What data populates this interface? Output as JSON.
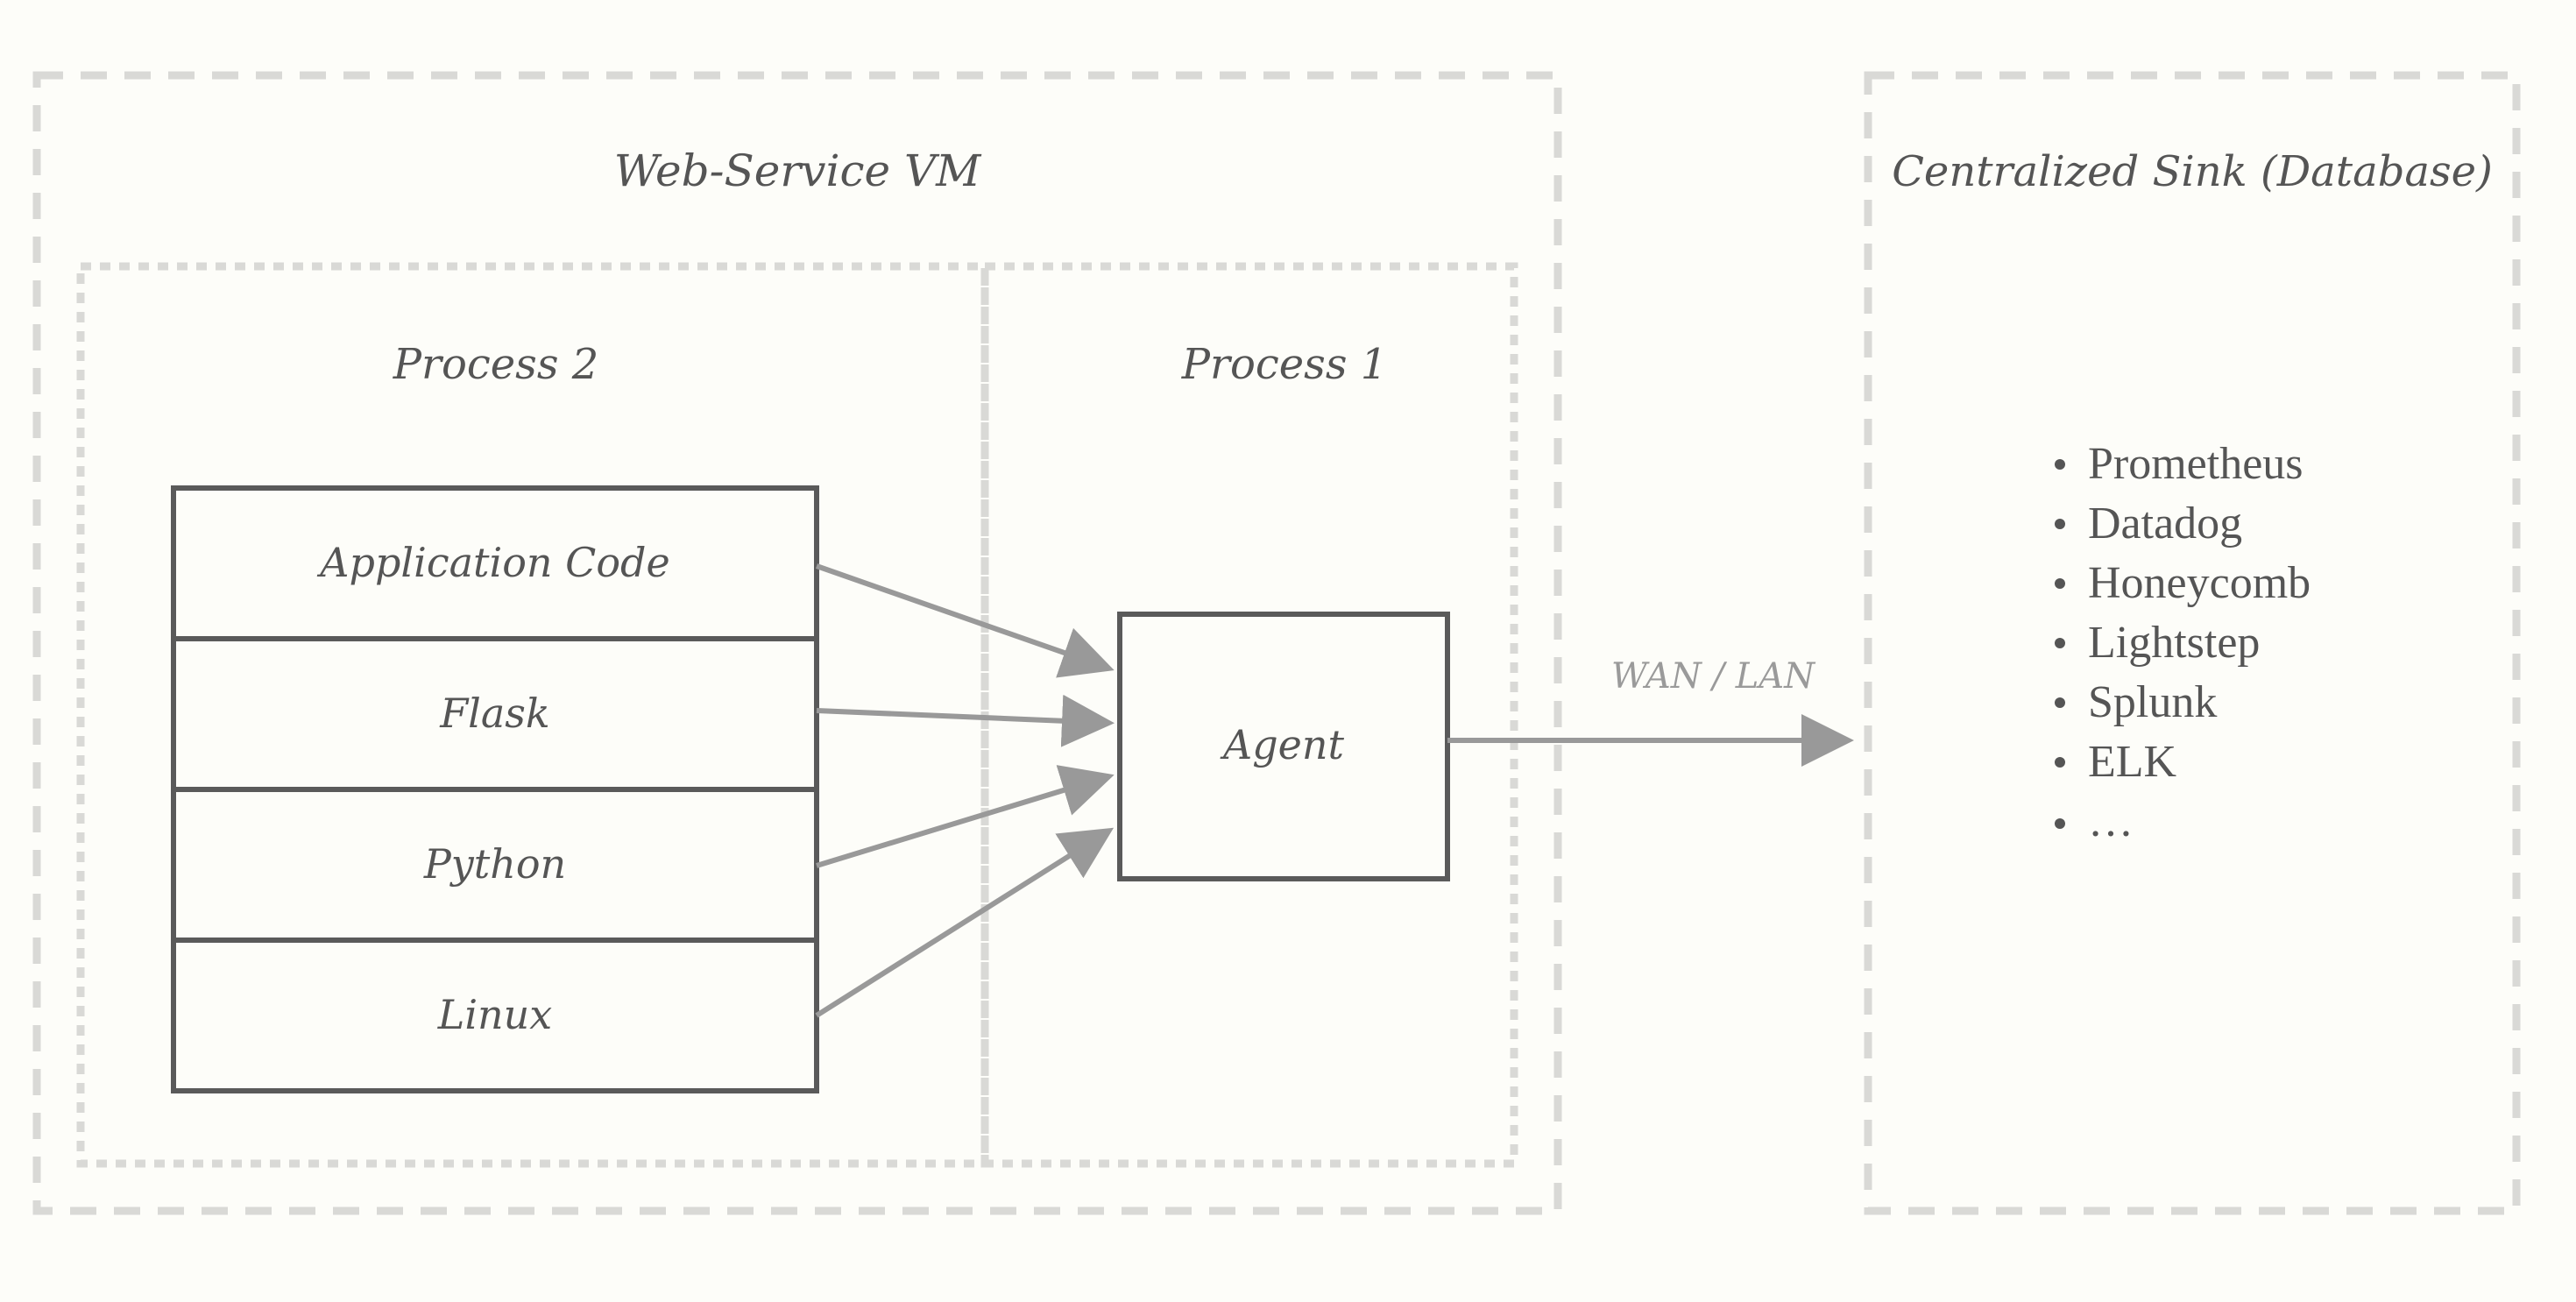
{
  "vm": {
    "title": "Web-Service VM"
  },
  "process2": {
    "title": "Process 2",
    "layers": [
      "Application Code",
      "Flask",
      "Python",
      "Linux"
    ]
  },
  "process1": {
    "title": "Process 1",
    "agent_label": "Agent"
  },
  "link": {
    "label": "WAN / LAN"
  },
  "sink": {
    "title": "Centralized Sink (Database)",
    "items": [
      "Prometheus",
      "Datadog",
      "Honeycomb",
      "Lightstep",
      "Splunk",
      "ELK",
      "…"
    ]
  },
  "colors": {
    "background": "#fdfdf9",
    "dashed_border": "#d9d9d6",
    "box_stroke": "#5a5a5a",
    "arrow": "#999999",
    "text": "#555555",
    "link_label": "#9a9a9a"
  }
}
